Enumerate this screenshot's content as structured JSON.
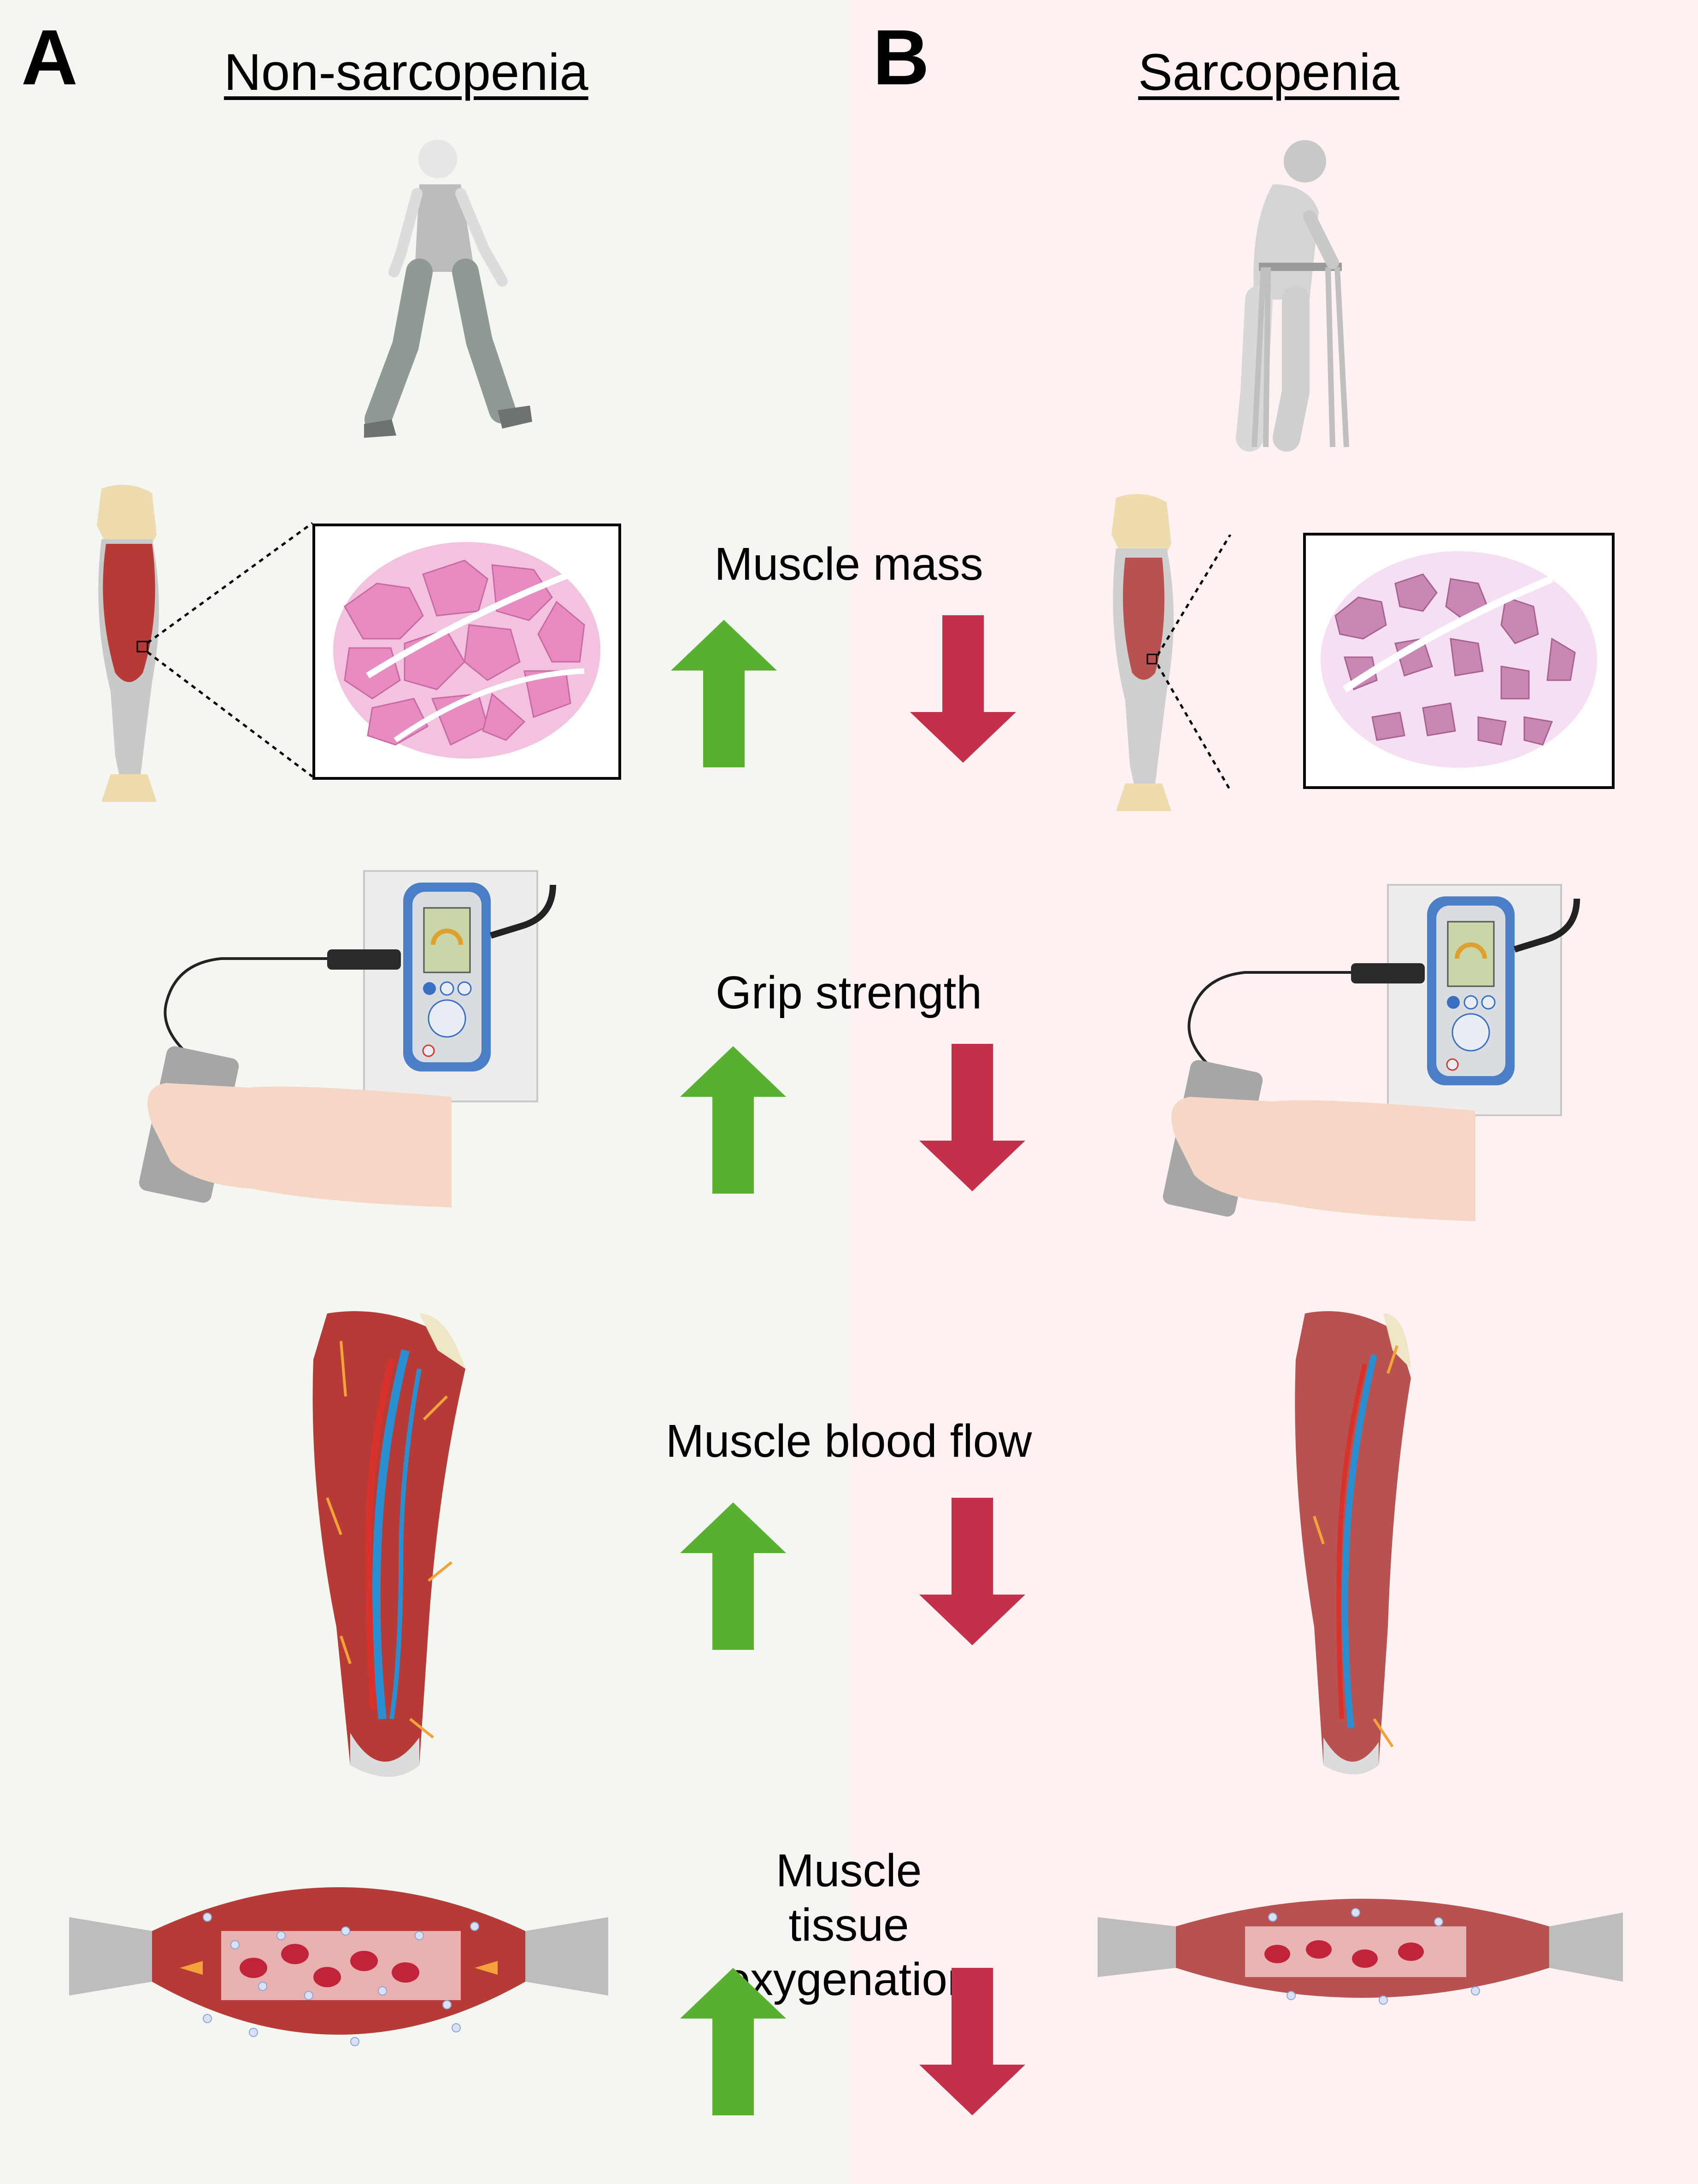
{
  "panels": {
    "left": {
      "letter": "A",
      "title": "Non-sarcopenia",
      "background": "#f4f6f1"
    },
    "right": {
      "letter": "B",
      "title": "Sarcopenia",
      "background": "#fdf1f1"
    }
  },
  "rows": [
    {
      "label": "Muscle mass",
      "left_arrow": "up",
      "right_arrow": "down"
    },
    {
      "label": "Grip strength",
      "left_arrow": "up",
      "right_arrow": "down"
    },
    {
      "label": "Muscle blood flow",
      "left_arrow": "up",
      "right_arrow": "down"
    },
    {
      "label": "Muscle tissue oxygenation",
      "left_arrow": "up",
      "right_arrow": "down"
    }
  ],
  "colors": {
    "up_arrow": "#57b02f",
    "down_arrow": "#c42f49",
    "muscle": "#b63a36",
    "histology": "#e78bc1"
  },
  "icons": {
    "walking_person": "walking-person-icon",
    "elderly_with_walker": "elderly-walker-icon",
    "leg_muscle": "lower-leg-muscle-icon",
    "histology": "muscle-cross-section-icon",
    "dynamometer": "hand-dynamometer-icon",
    "blood_vessels": "leg-vasculature-icon",
    "muscle_tissue": "muscle-oxygenation-icon"
  }
}
